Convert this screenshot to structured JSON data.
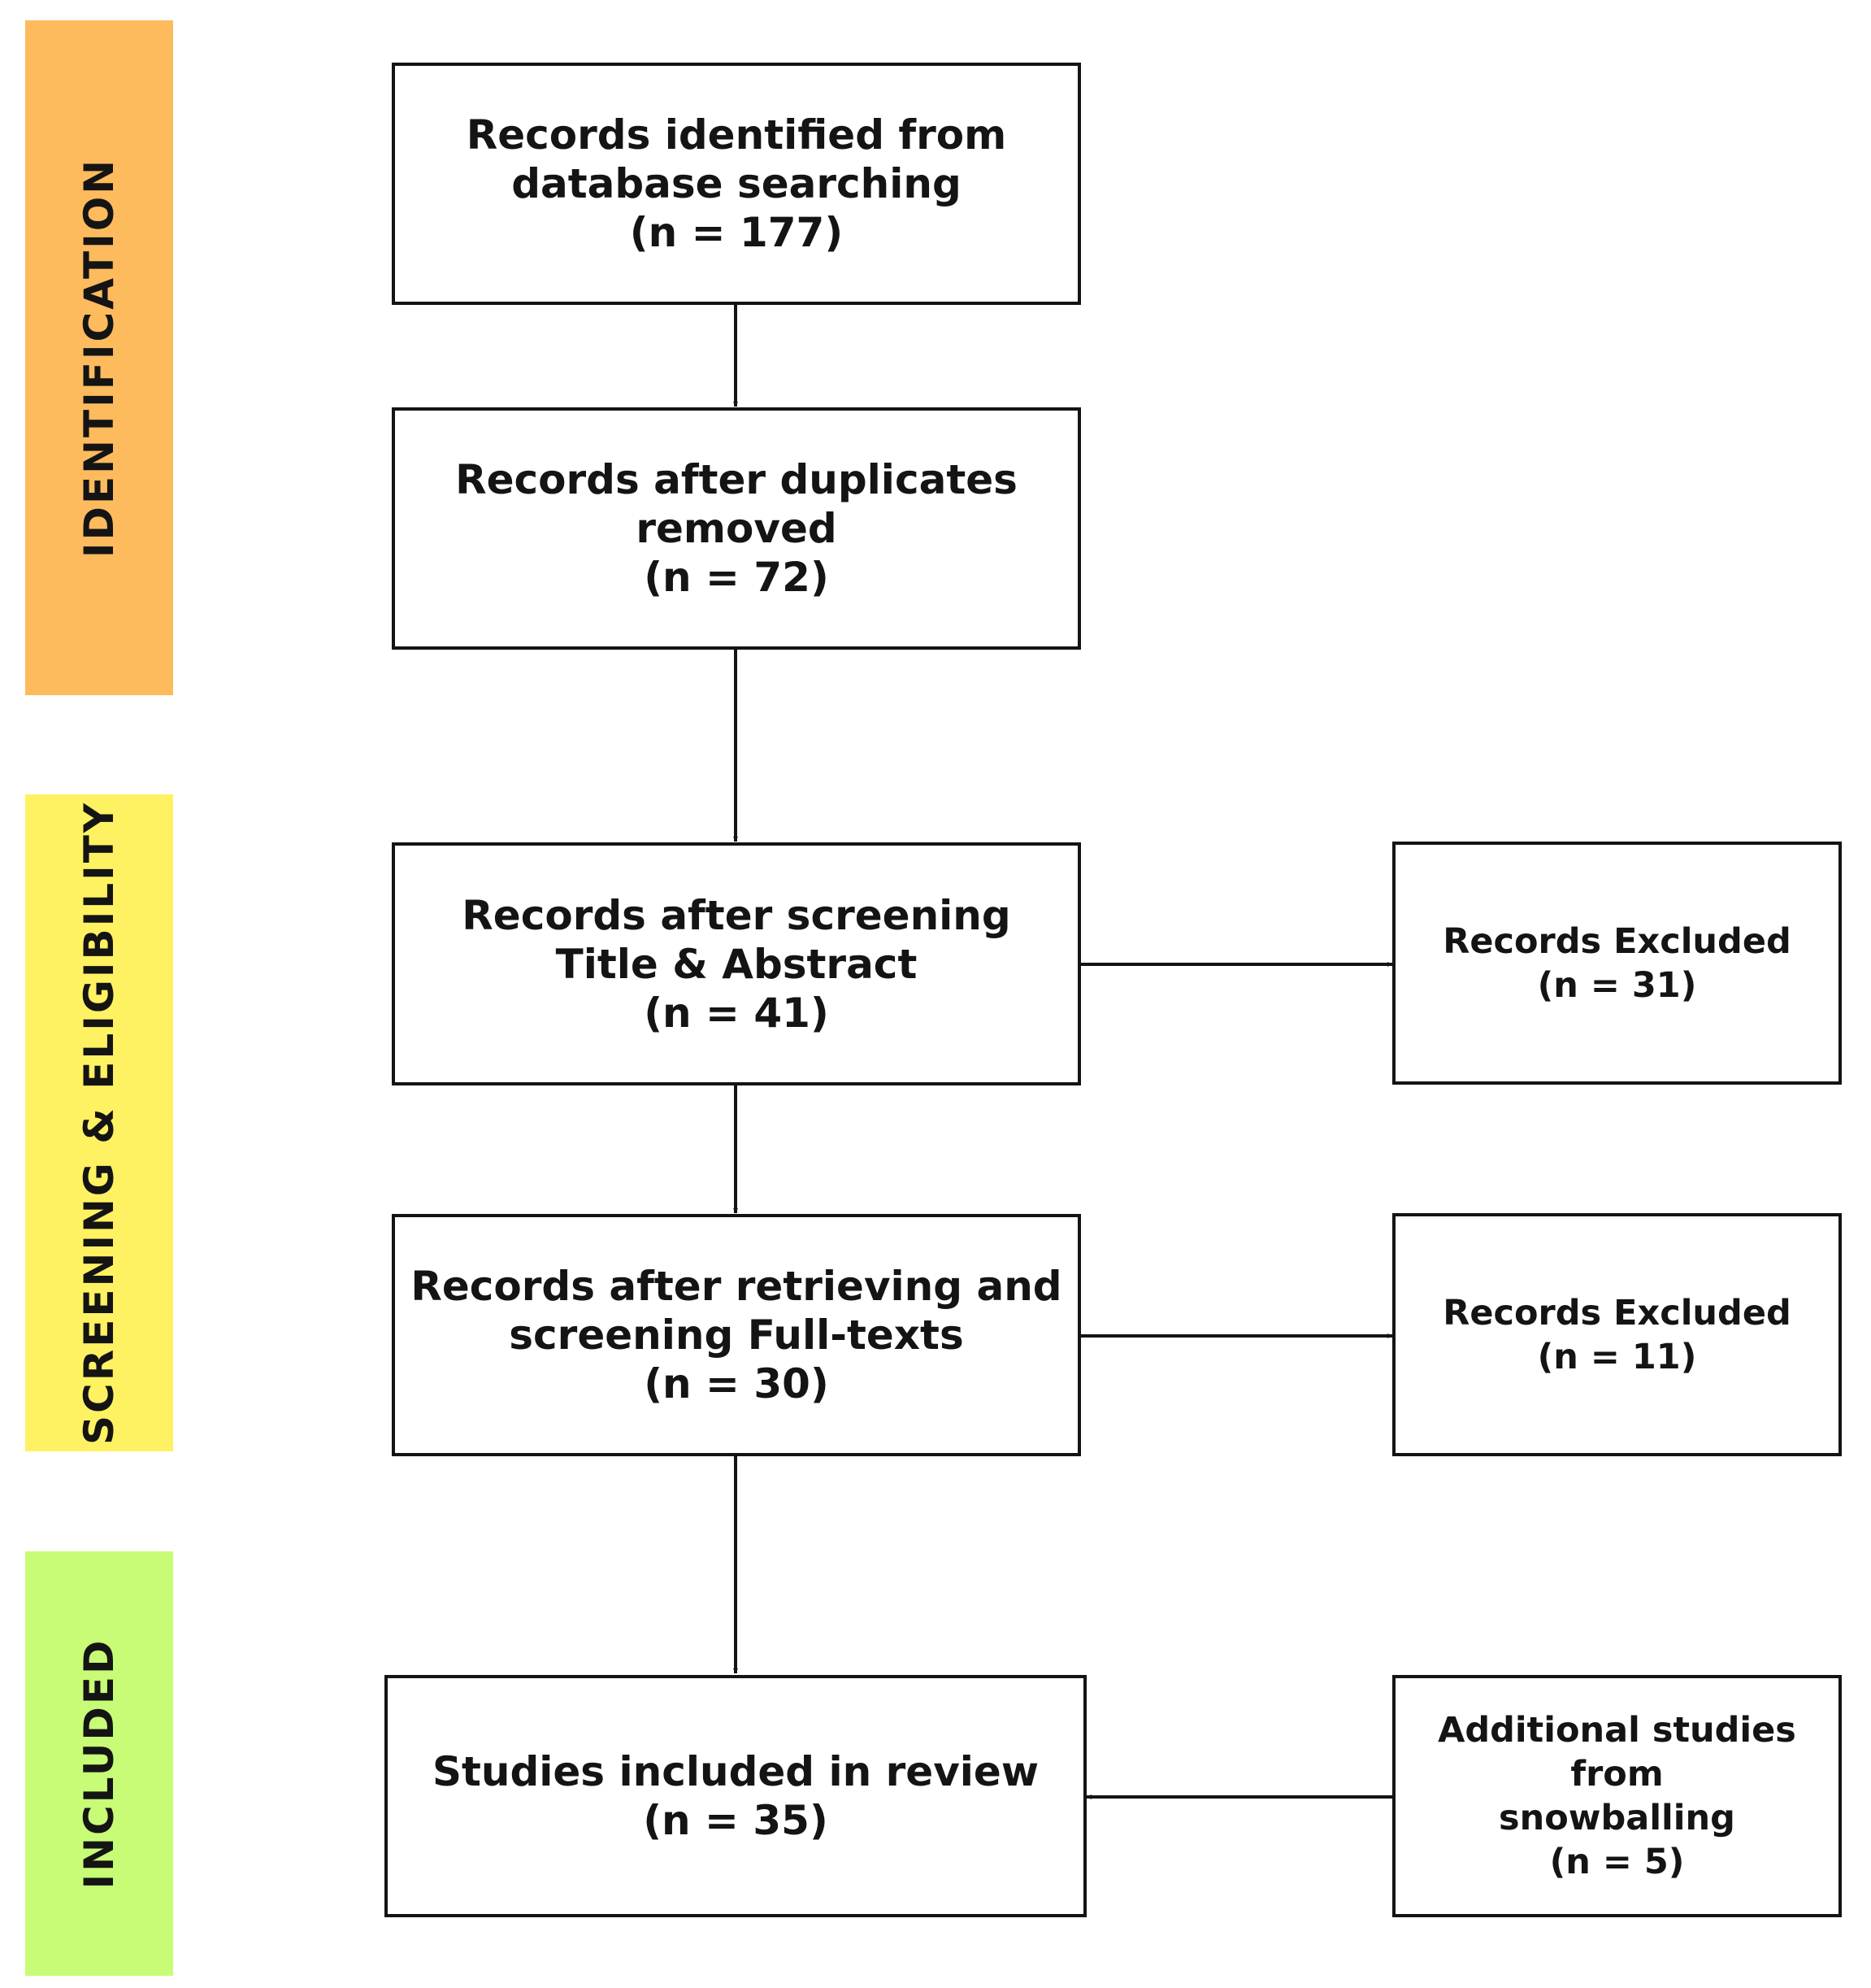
{
  "colors": {
    "identification": "#FDBB5E",
    "screening": "#FEF262",
    "included": "#C8FC77",
    "stroke": "#141414"
  },
  "stages": {
    "identification": "IDENTIFICATION",
    "screening": "SCREENING & ELIGIBILITY",
    "included": "INCLUDED"
  },
  "boxes": {
    "identified": {
      "line1": "Records identified from",
      "line2": "database searching",
      "count": "(n = 177)"
    },
    "deduplicated": {
      "line1": "Records after duplicates",
      "line2": "removed",
      "count": "(n = 72)"
    },
    "title_abstract": {
      "line1": "Records after screening",
      "line2": "Title & Abstract",
      "count": "(n = 41)"
    },
    "full_text": {
      "line1": "Records after retrieving and",
      "line2": "screening Full-texts",
      "count": "(n = 30)"
    },
    "included": {
      "line1": "Studies included in review",
      "count": "(n = 35)"
    },
    "excluded_1": {
      "line1": "Records Excluded",
      "count": "(n = 31)"
    },
    "excluded_2": {
      "line1": "Records Excluded",
      "count": "(n = 11)"
    },
    "snowballing": {
      "line1": "Additional studies from",
      "line2": "snowballing",
      "count": "(n = 5)"
    }
  }
}
